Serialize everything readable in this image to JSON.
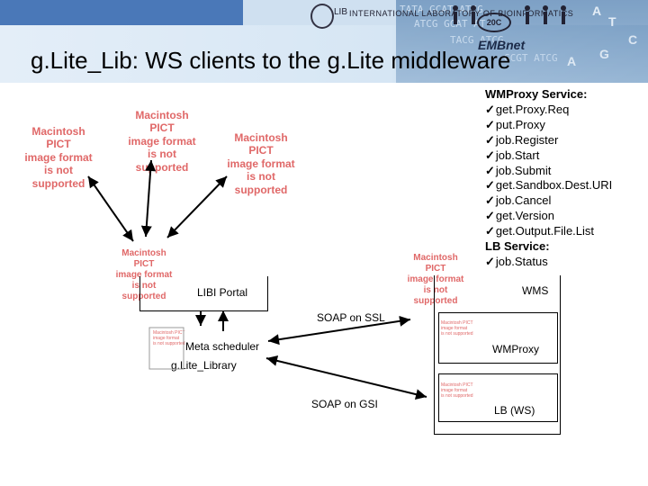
{
  "header": {
    "title": "g.Lite_Lib: WS clients to the g.Lite middleware",
    "logos": {
      "lib_mark": "LIB",
      "lib_name": "INTERNATIONAL LABORATORY OF BIOINFORMATICS",
      "circle": "20C",
      "embnet": "EMBnet"
    },
    "dna": [
      "TATA GCAT ATCG",
      "ATCG GCAT AT",
      "TACG ATCG",
      "GCGT ATCG"
    ],
    "dna_letters": [
      "A",
      "T",
      "C",
      "G",
      "A"
    ]
  },
  "pict_placeholders": [
    [
      "Macintosh PICT",
      "image format",
      "is not supported"
    ],
    [
      "Macintosh PICT",
      "image format",
      "is not supported"
    ],
    [
      "Macintosh PICT",
      "image format",
      "is not supported"
    ],
    [
      "Macintosh PICT",
      "image format",
      "is not supported"
    ],
    [
      "Macintosh PICT",
      "image format",
      "is not supported"
    ],
    [
      "Macintosh PICT",
      "image format",
      "is not supported"
    ],
    [
      "Macintosh PICT",
      "image format",
      "is not supported"
    ],
    [
      "Macintosh PICT",
      "image format",
      "is not supported"
    ]
  ],
  "services": {
    "wmproxy_header": "WMProxy Service:",
    "wmproxy_items": [
      "get.Proxy.Req",
      "put.Proxy",
      "job.Register",
      "job.Start",
      "job.Submit",
      "get.Sandbox.Dest.URI",
      "job.Cancel",
      "get.Version",
      "get.Output.File.List"
    ],
    "lb_header": "LB Service:",
    "lb_items": [
      "job.Status"
    ]
  },
  "diagram": {
    "libi_portal": "LIBI Portal",
    "wms": "WMS",
    "soap_ssl": "SOAP on SSL",
    "meta_scheduler": "Meta scheduler",
    "glite_library": "g.Lite_Library",
    "wmproxy": "WMProxy",
    "soap_gsi": "SOAP on GSI",
    "lb_ws": "LB (WS)"
  }
}
